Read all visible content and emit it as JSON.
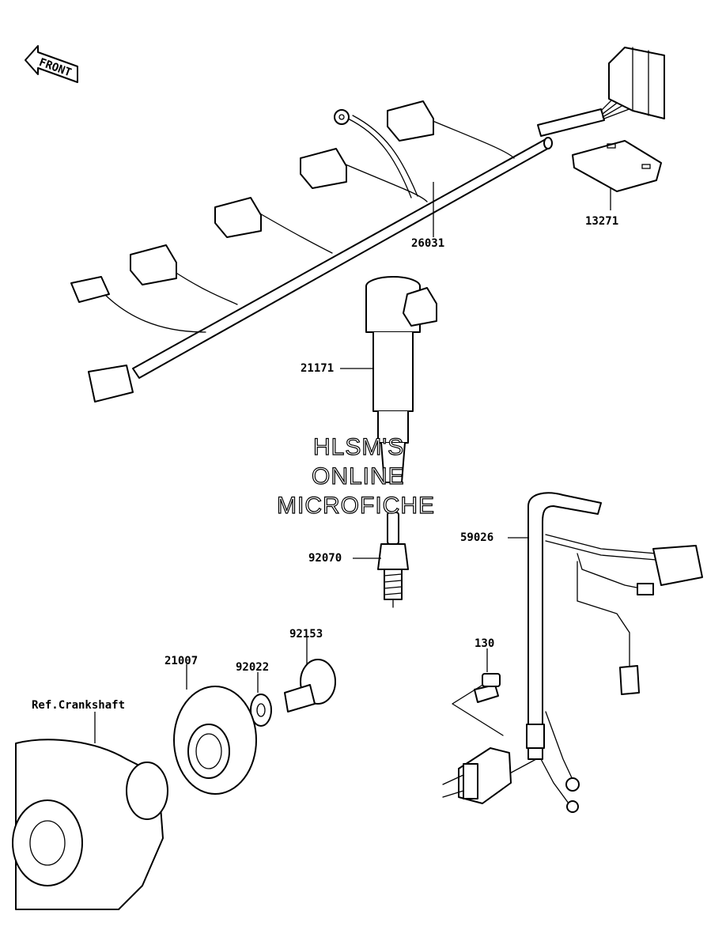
{
  "direction_marker": {
    "text": "FRONT"
  },
  "watermark": {
    "line1": "HLSM'S",
    "line2": "ONLINE",
    "line3": "MICROFICHE"
  },
  "callouts": {
    "harness_main": "26031",
    "bracket": "13271",
    "ignition_coil": "21171",
    "spark_plug": "92070",
    "harness_sub": "59026",
    "bolt_small": "130",
    "bolt": "92153",
    "washer": "92022",
    "rotor": "21007",
    "crankshaft_ref": "Ref.Crankshaft"
  }
}
